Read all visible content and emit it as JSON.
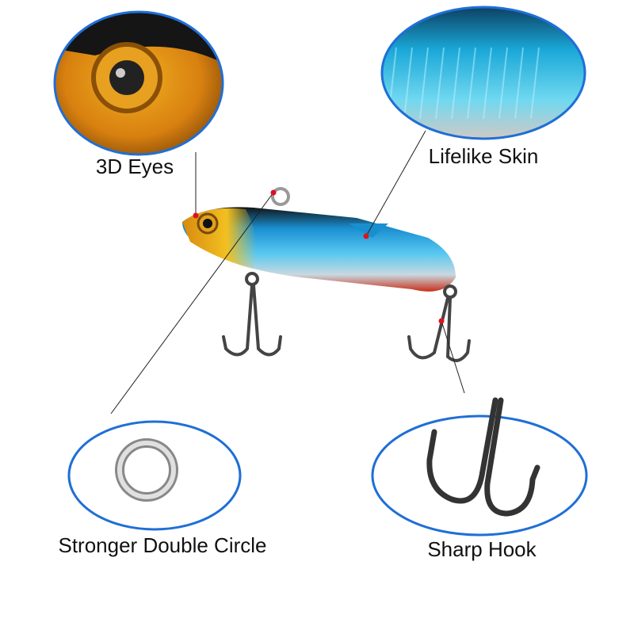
{
  "features": [
    {
      "label": "3D Eyes"
    },
    {
      "label": "Lifelike Skin"
    },
    {
      "label": "Stronger Double Circle"
    },
    {
      "label": "Sharp Hook"
    }
  ],
  "colors": {
    "ellipse_border": "#1f6fd6",
    "marker": "#e01020",
    "leader_line": "#222222"
  }
}
